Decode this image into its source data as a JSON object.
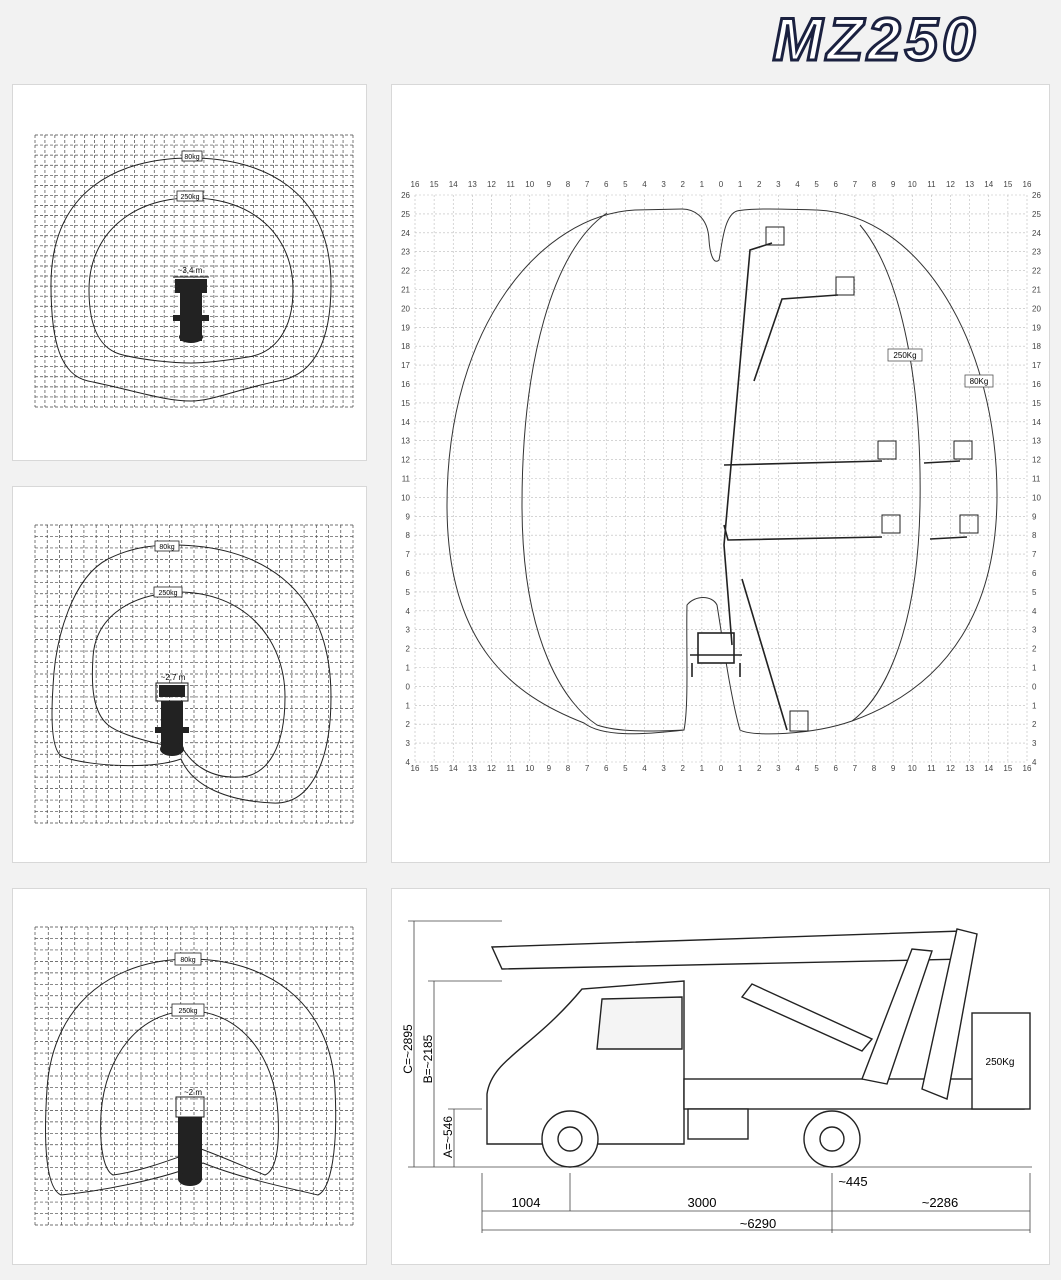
{
  "brand": {
    "model": "MZ250",
    "logo_color": "#1b2140"
  },
  "diagrams": {
    "top_view_1": {
      "load_outer": "80kg",
      "load_inner": "250kg",
      "stabilizer_width": "~3,4 m"
    },
    "top_view_2": {
      "load_outer": "80kg",
      "load_inner": "250kg",
      "stabilizer_width": "~2,7 m"
    },
    "top_view_3": {
      "load_outer": "80kg",
      "load_inner": "250kg",
      "stabilizer_width": "~2 m"
    },
    "side_envelope": {
      "load_outer": "80Kg",
      "load_inner": "250Kg",
      "x_ticks": [
        "16",
        "15",
        "14",
        "13",
        "12",
        "11",
        "10",
        "9",
        "8",
        "7",
        "6",
        "5",
        "4",
        "3",
        "2",
        "1",
        "0",
        "1",
        "2",
        "3",
        "4",
        "5",
        "6",
        "7",
        "8",
        "9",
        "10",
        "11",
        "12",
        "13",
        "14",
        "15",
        "16"
      ],
      "y_ticks": [
        "26",
        "25",
        "24",
        "23",
        "22",
        "21",
        "20",
        "19",
        "18",
        "17",
        "16",
        "15",
        "14",
        "13",
        "12",
        "11",
        "10",
        "9",
        "8",
        "7",
        "6",
        "5",
        "4",
        "3",
        "2",
        "1",
        "0",
        "1",
        "2",
        "3",
        "4"
      ]
    },
    "vehicle": {
      "dim_c": "C=~2895",
      "dim_b": "B=~2185",
      "dim_a": "A=~546",
      "front_overhang": "1004",
      "wheelbase": "3000",
      "rear_overhang": "~2286",
      "offset": "~445",
      "total_length": "~6290",
      "basket_load": "250Kg"
    }
  }
}
